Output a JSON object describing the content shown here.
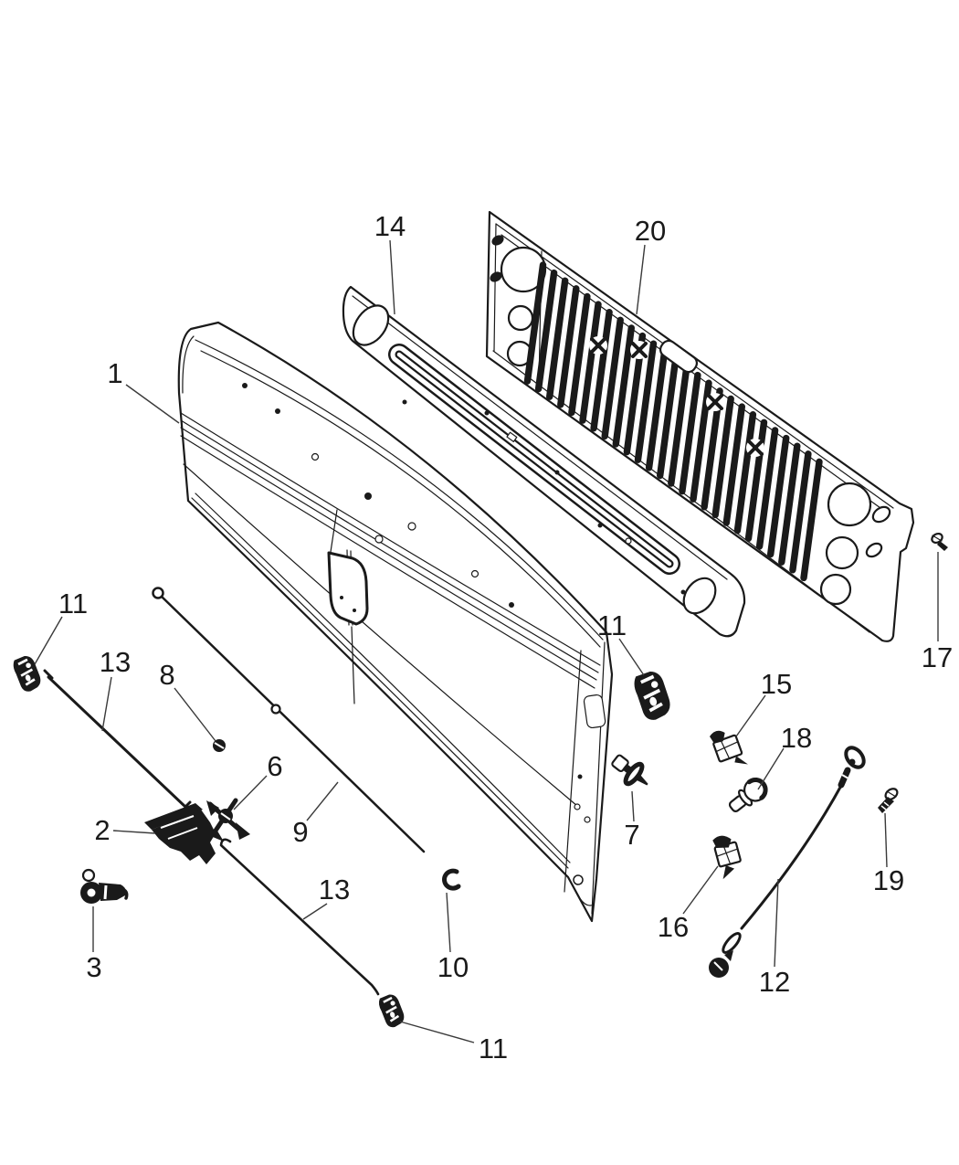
{
  "figure": {
    "kind": "exploded-parts-diagram",
    "background_color": "#ffffff",
    "ink_color": "#1a1a1a"
  },
  "callouts": [
    {
      "label": "1"
    },
    {
      "label": "14"
    },
    {
      "label": "20"
    },
    {
      "label": "17"
    },
    {
      "label": "11"
    },
    {
      "label": "13"
    },
    {
      "label": "8"
    },
    {
      "label": "2"
    },
    {
      "label": "6"
    },
    {
      "label": "9"
    },
    {
      "label": "3"
    },
    {
      "label": "13"
    },
    {
      "label": "10"
    },
    {
      "label": "11"
    },
    {
      "label": "11"
    },
    {
      "label": "15"
    },
    {
      "label": "18"
    },
    {
      "label": "7"
    },
    {
      "label": "16"
    },
    {
      "label": "12"
    },
    {
      "label": "19"
    }
  ]
}
